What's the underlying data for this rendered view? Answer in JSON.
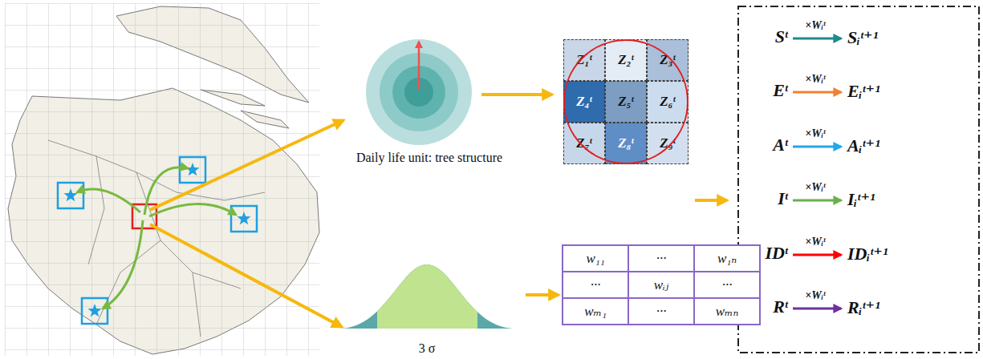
{
  "diagram": {
    "nodes": [
      {
        "text": [
          "Z₁ᵗ"
        ]
      },
      {
        "text": [
          "Z₂ᵗ"
        ]
      },
      {
        "text": [
          "Z₃ᵗ"
        ]
      },
      {
        "text": [
          "Z₄ᵗ"
        ]
      },
      {
        "text": [
          "Z₅ᵗ"
        ]
      },
      {
        "text": [
          "Z₆ᵗ"
        ]
      },
      {
        "text": [
          "Z₇ᵗ"
        ]
      },
      {
        "text": [
          "Z₈ᵗ"
        ]
      },
      {
        "text": [
          "Z₉ᵗ"
        ]
      },
      {
        "text": [
          "w₁₁"
        ]
      },
      {
        "text": [
          "···"
        ]
      },
      {
        "text": [
          "w₁ₙ"
        ]
      },
      {
        "text": [
          "···"
        ]
      },
      {
        "text": [
          "wᵢⱼ"
        ]
      },
      {
        "text": [
          "···"
        ]
      },
      {
        "text": [
          "wₘ₁"
        ]
      },
      {
        "text": [
          "···"
        ]
      },
      {
        "text": [
          "wₘₙ"
        ]
      }
    ],
    "edges": [
      {
        "from": 4,
        "to": 0,
        "arrow": "to"
      },
      {
        "from": 4,
        "to": 1,
        "arrow": "to"
      },
      {
        "from": 4,
        "to": 2,
        "arrow": "to"
      },
      {
        "from": 4,
        "to": 3,
        "arrow": "to"
      },
      {
        "from": 4,
        "to": 5,
        "arrow": "to"
      },
      {
        "from": 4,
        "to": 6,
        "arrow": "to"
      },
      {
        "from": 4,
        "to": 7,
        "arrow": "to"
      },
      {
        "from": 4,
        "to": 8,
        "arrow": "to"
      }
    ],
    "labels": [
      "Daily life unit: tree structure",
      "3 σ",
      "Sᵗ",
      "×Wᵢᵗ",
      "Sᵢᵗ⁺¹",
      "Eᵗ",
      "×Wᵢᵗ",
      "Eᵢᵗ⁺¹",
      "Aᵗ",
      "×Wᵢᵗ",
      "Aᵢᵗ⁺¹",
      "Iᵗ",
      "×Wᵢᵗ",
      "Iᵢᵗ⁺¹",
      "IDᵗ",
      "×Wᵢᵗ",
      "IDᵢᵗ⁺¹",
      "Rᵗ",
      "×Wᵢᵗ",
      "Rᵢᵗ⁺¹"
    ]
  }
}
